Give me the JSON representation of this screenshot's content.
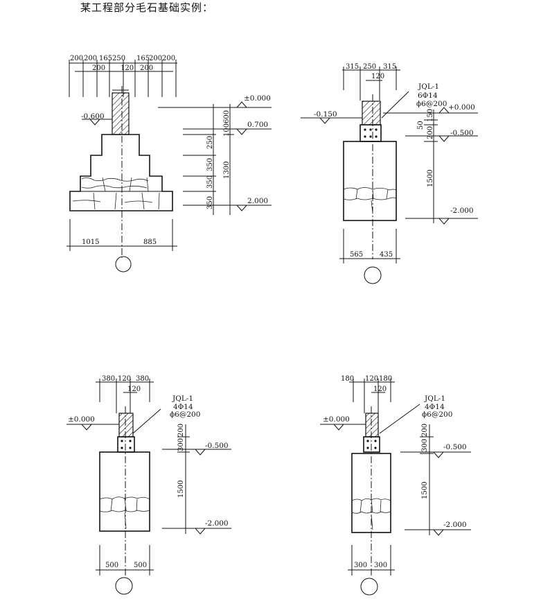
{
  "page": {
    "title": "某工程部分毛石基础实例："
  },
  "fig1": {
    "top_dims": [
      "200",
      "200",
      "165",
      "250",
      "165",
      "200",
      "200"
    ],
    "top_dims2": [
      "200",
      "120",
      "200"
    ],
    "elev_0": "±0.000",
    "elev_left": "-0.600",
    "elev_1": "0.700",
    "elev_2": "2.000",
    "vert_dims": [
      "600",
      "100",
      "250",
      "350",
      "350",
      "350"
    ],
    "vert_total": "1300",
    "bottom_dims": [
      "1015",
      "885"
    ]
  },
  "fig2": {
    "top_dims": [
      "315",
      "250",
      "315"
    ],
    "top_dim2": "120",
    "beam_label": "JQL-1",
    "beam_rebar": "6Φ14",
    "beam_stirrup": "ϕ6@200",
    "elev_0": "+0.000",
    "elev_left": "-0.150",
    "elev_1": "-0.500",
    "elev_2": "-2.000",
    "vert_dims": [
      "150",
      "50",
      "200"
    ],
    "vert_total": "1500",
    "bottom_dims": [
      "565",
      "435"
    ]
  },
  "fig3": {
    "top_dims": [
      "380",
      "120",
      "380"
    ],
    "top_dim2": "120",
    "beam_label": "JQL-1",
    "beam_rebar": "4Φ14",
    "beam_stirrup": "ϕ6@200",
    "elev_0": "±0.000",
    "elev_1": "-0.500",
    "elev_2": "-2.000",
    "vert_dims": [
      "300",
      "200"
    ],
    "vert_total": "1500",
    "bottom_dims": [
      "500",
      "500"
    ]
  },
  "fig4": {
    "top_dims": [
      "180",
      "120",
      "180"
    ],
    "top_dim2": "120",
    "beam_label": "JQL-1",
    "beam_rebar": "4Φ14",
    "beam_stirrup": "ϕ6@200",
    "elev_0": "±0.000",
    "elev_1": "-0.500",
    "elev_2": "-2.000",
    "vert_dims": [
      "300",
      "200"
    ],
    "vert_total": "1500",
    "bottom_dims": [
      "300",
      "300"
    ]
  }
}
